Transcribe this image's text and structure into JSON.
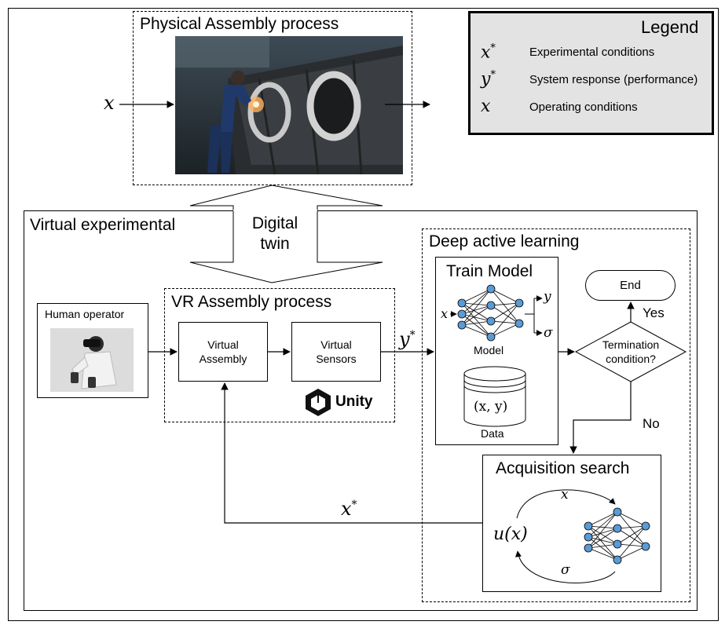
{
  "physical": {
    "title": "Physical Assembly process",
    "input": "x"
  },
  "legend": {
    "title": "Legend",
    "items": [
      {
        "symbol": "x*",
        "label": "Experimental conditions"
      },
      {
        "symbol": "y*",
        "label": "System response (performance)"
      },
      {
        "symbol": "x",
        "label": "Operating conditions"
      }
    ]
  },
  "digital_twin": {
    "line1": "Digital",
    "line2": "twin"
  },
  "virtual": {
    "title": "Virtual experimental"
  },
  "human": {
    "label": "Human operator"
  },
  "vr": {
    "title": "VR Assembly process",
    "assembly_1": "Virtual",
    "assembly_2": "Assembly",
    "sensors_1": "Virtual",
    "sensors_2": "Sensors",
    "logo": "Unity"
  },
  "dal": {
    "title": "Deep active learning",
    "train": {
      "title": "Train Model",
      "in": "x",
      "out_y": "y",
      "out_sigma": "σ",
      "model": "Model",
      "data_text": "(x, y)",
      "data": "Data"
    },
    "end": "End",
    "termination_1": "Termination",
    "termination_2": "condition?",
    "yes": "Yes",
    "no": "No",
    "acq": {
      "title": "Acquisition search",
      "u": "u(x)",
      "x": "x",
      "sigma": "σ"
    }
  },
  "edges": {
    "y_star": "y*",
    "x_star": "x*"
  }
}
